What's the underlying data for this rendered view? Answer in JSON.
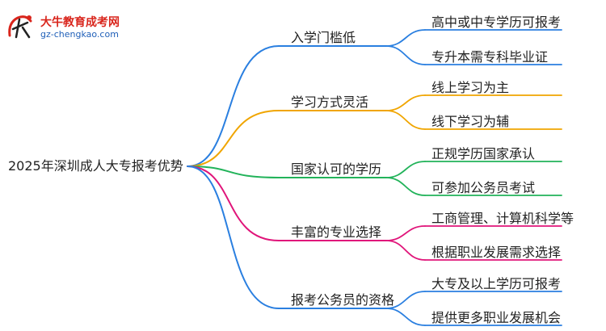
{
  "logo": {
    "name_cn": "大牛教育成考网",
    "url": "gz-chengkao.com"
  },
  "root": "2025年深圳成人大专报考优势",
  "branches": [
    {
      "label": "入学门槛低",
      "color": "#2a7fe0",
      "leaves": [
        "高中或中专学历可报考",
        "专升本需专科毕业证"
      ]
    },
    {
      "label": "学习方式灵活",
      "color": "#f0a500",
      "leaves": [
        "线上学习为主",
        "线下学习为辅"
      ]
    },
    {
      "label": "国家认可的学历",
      "color": "#22b35a",
      "leaves": [
        "正规学历国家承认",
        "可参加公务员考试"
      ]
    },
    {
      "label": "丰富的专业选择",
      "color": "#e0157a",
      "leaves": [
        "工商管理、计算机科学等",
        "根据职业发展需求选择"
      ]
    },
    {
      "label": "报考公务员的资格",
      "color": "#2a7fe0",
      "leaves": [
        "大专及以上学历可报考",
        "提供更多职业发展机会"
      ]
    }
  ]
}
